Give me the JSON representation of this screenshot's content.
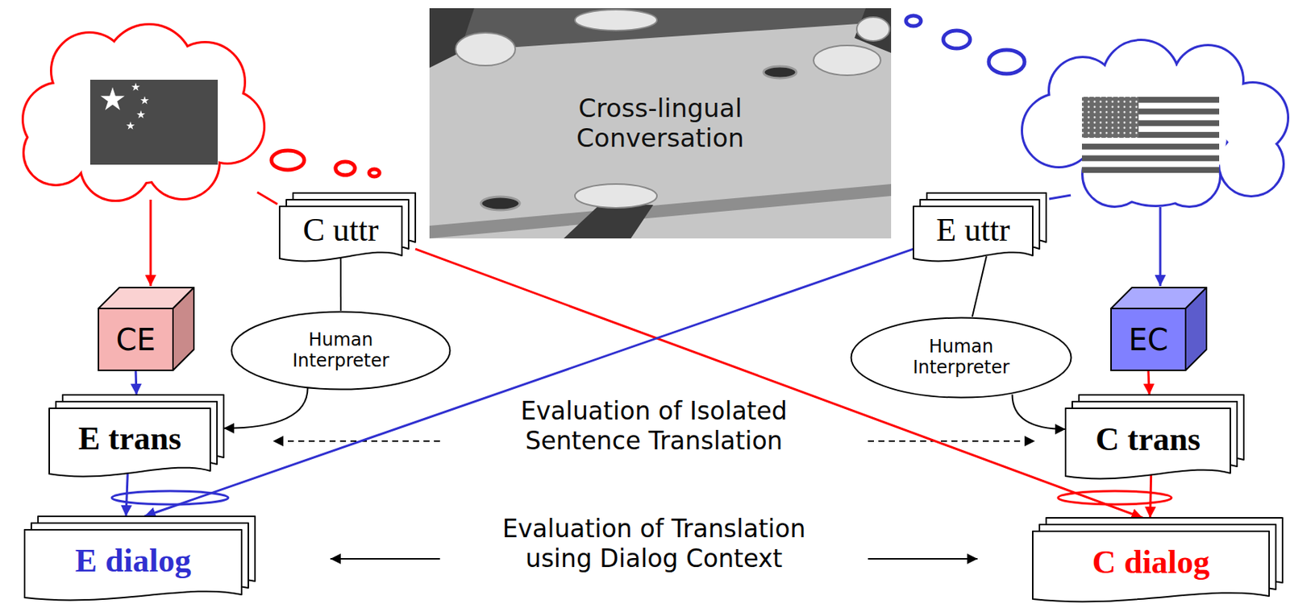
{
  "diagram": {
    "nodes": [
      {
        "text": [
          "Cross-lingual Conversation"
        ]
      },
      {
        "text": [
          "C uttr"
        ]
      },
      {
        "text": [
          "E uttr"
        ]
      },
      {
        "text": [
          "CE"
        ]
      },
      {
        "text": [
          "Human Interpreter"
        ]
      },
      {
        "text": [
          "Human Interpreter"
        ]
      },
      {
        "text": [
          "EC"
        ]
      },
      {
        "text": [
          "E trans"
        ]
      },
      {
        "text": [
          "C trans"
        ]
      },
      {
        "text": [
          "E dialog"
        ]
      },
      {
        "text": [
          "C dialog"
        ]
      }
    ],
    "edges": [
      {
        "from": 1,
        "to": 4,
        "arrow": "none"
      },
      {
        "from": 4,
        "to": 7,
        "arrow": "to"
      },
      {
        "from": 2,
        "to": 5,
        "arrow": "none"
      },
      {
        "from": 5,
        "to": 8,
        "arrow": "to"
      },
      {
        "from": 3,
        "to": 7,
        "arrow": "to"
      },
      {
        "from": 6,
        "to": 8,
        "arrow": "to"
      },
      {
        "from": 7,
        "to": 9,
        "arrow": "to"
      },
      {
        "from": 8,
        "to": 10,
        "arrow": "to"
      },
      {
        "from": 1,
        "to": 10,
        "arrow": "to"
      },
      {
        "from": 2,
        "to": 9,
        "arrow": "to"
      }
    ],
    "labels": [
      "Evaluation of Isolated Sentence Translation",
      "Evaluation of Translation using Dialog Context"
    ]
  }
}
